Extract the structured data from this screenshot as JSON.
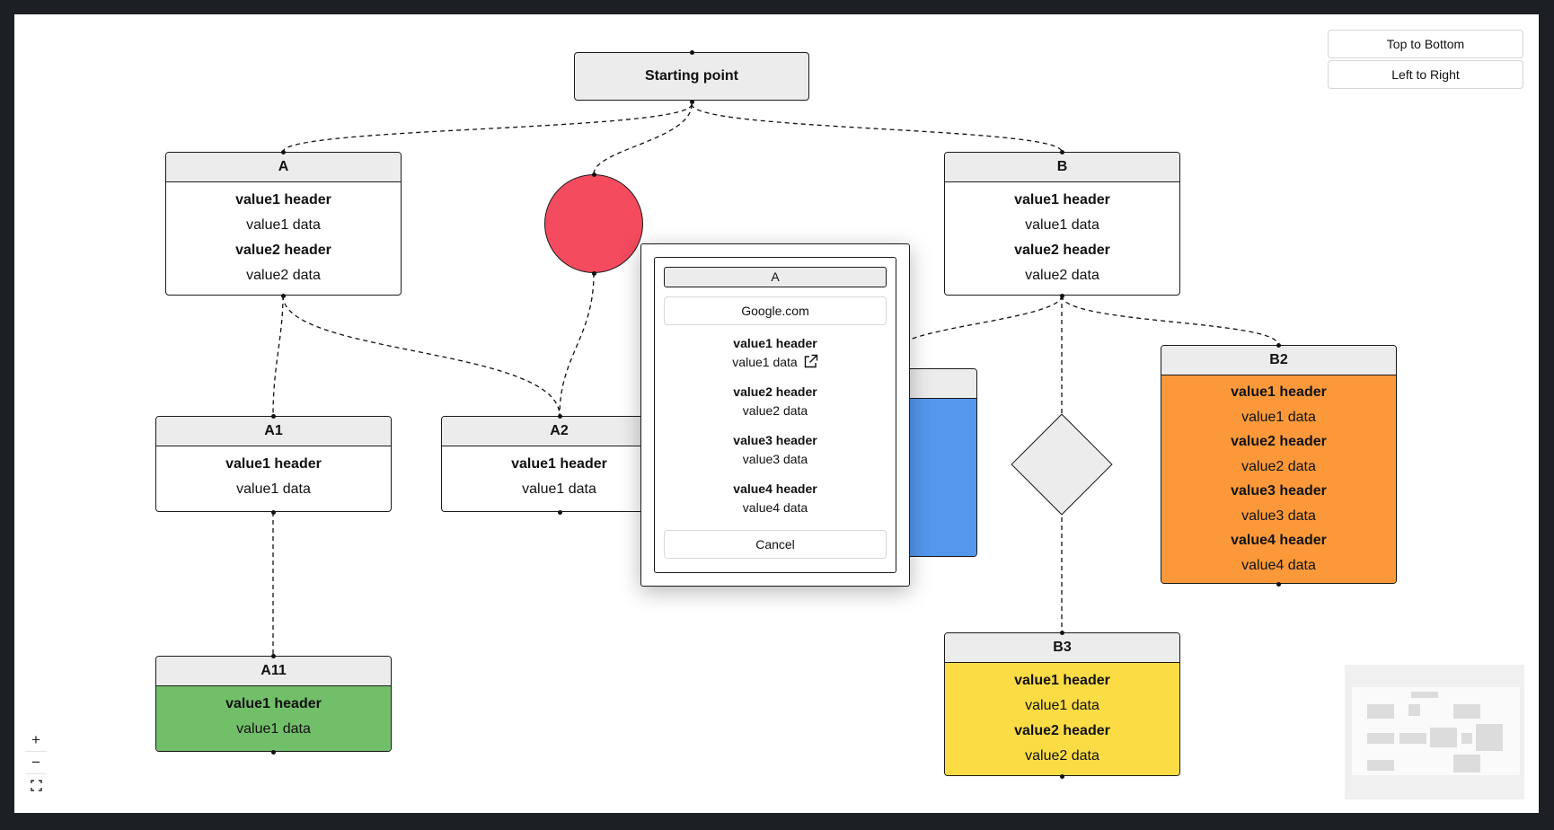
{
  "toolbar": {
    "top_to_bottom": "Top to Bottom",
    "left_to_right": "Left to Right"
  },
  "zoom_controls": {
    "zoom_in": "+",
    "zoom_out": "−"
  },
  "nodes": {
    "start": {
      "label": "Starting point"
    },
    "a": {
      "title": "A",
      "rows": [
        "value1 header",
        "value1 data",
        "value2 header",
        "value2 data"
      ]
    },
    "b": {
      "title": "B",
      "rows": [
        "value1 header",
        "value1 data",
        "value2 header",
        "value2 data"
      ]
    },
    "a1": {
      "title": "A1",
      "rows": [
        "value1 header",
        "value1 data"
      ]
    },
    "a2": {
      "title": "A2",
      "rows": [
        "value1 header",
        "value1 data"
      ]
    },
    "a11": {
      "title": "A11",
      "rows": [
        "value1 header",
        "value1 data"
      ],
      "color": "#72bf6a"
    },
    "b2": {
      "title": "B2",
      "rows": [
        "value1 header",
        "value1 data",
        "value2 header",
        "value2 data",
        "value3 header",
        "value3 data",
        "value4 header",
        "value4 data"
      ],
      "color": "#fb993a"
    },
    "b3": {
      "title": "B3",
      "rows": [
        "value1 header",
        "value1 data",
        "value2 header",
        "value2 data"
      ],
      "color": "#fbdc45"
    },
    "blue": {
      "color": "#5497ed"
    },
    "circle": {
      "color": "#f44b5e"
    },
    "diamond": {
      "color": "#ececec"
    }
  },
  "modal": {
    "title": "A",
    "link": "Google.com",
    "fields": [
      {
        "header": "value1 header",
        "value": "value1 data"
      },
      {
        "header": "value2 header",
        "value": "value2 data"
      },
      {
        "header": "value3 header",
        "value": "value3 data"
      },
      {
        "header": "value4 header",
        "value": "value4 data"
      }
    ],
    "cancel": "Cancel"
  }
}
